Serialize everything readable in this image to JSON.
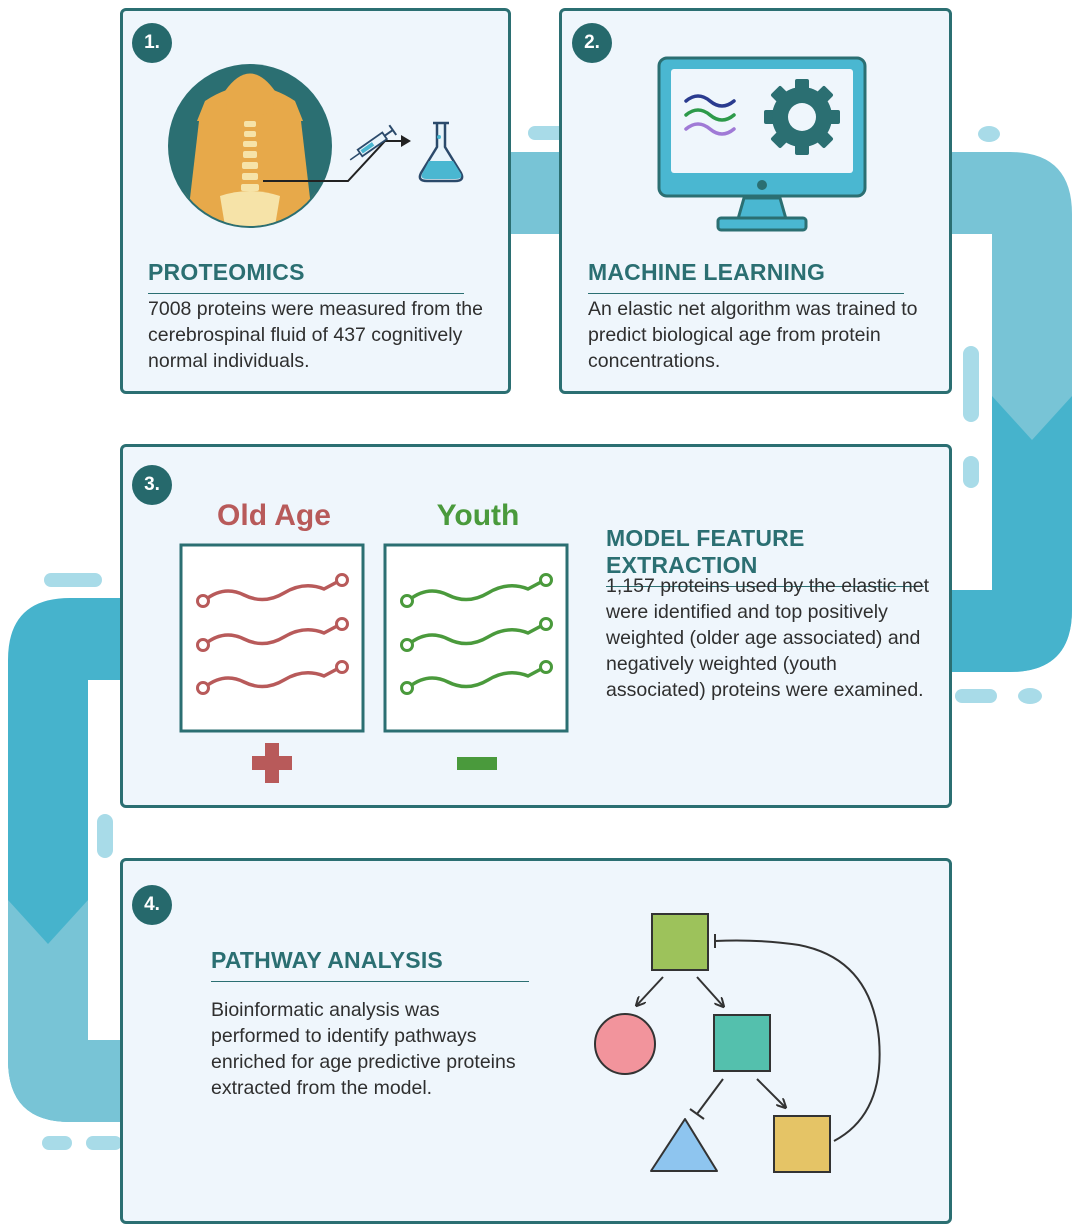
{
  "colors": {
    "panel_border": "#2b6f72",
    "panel_fill": "#eff6fc",
    "flow": "#4ab7d1",
    "old_age": "#b85a5a",
    "youth": "#4a9a3c"
  },
  "steps": [
    {
      "number": "1.",
      "heading": "PROTEOMICS",
      "description": "7008 proteins were measured from the cerebrospinal fluid of 437 cognitively normal individuals.",
      "icons": [
        "spine-icon",
        "syringe-icon",
        "flask-icon"
      ]
    },
    {
      "number": "2.",
      "heading": "MACHINE LEARNING",
      "description": "An elastic net algorithm was trained to predict biological age from protein concentrations.",
      "icons": [
        "computer-monitor-icon",
        "gear-icon"
      ]
    },
    {
      "number": "3.",
      "heading": "MODEL FEATURE EXTRACTION",
      "description": "1,157 proteins used by the elastic net were identified and top positively weighted (older age associated) and negatively weighted (youth associated) proteins were examined.",
      "old_label": "Old Age",
      "youth_label": "Youth",
      "icons": [
        "plus-icon",
        "minus-icon"
      ]
    },
    {
      "number": "4.",
      "heading": "PATHWAY ANALYSIS",
      "description": "Bioinformatic analysis was performed to identify pathways enriched for age predictive proteins extracted from the model.",
      "icons": [
        "pathway-network-icon"
      ]
    }
  ]
}
